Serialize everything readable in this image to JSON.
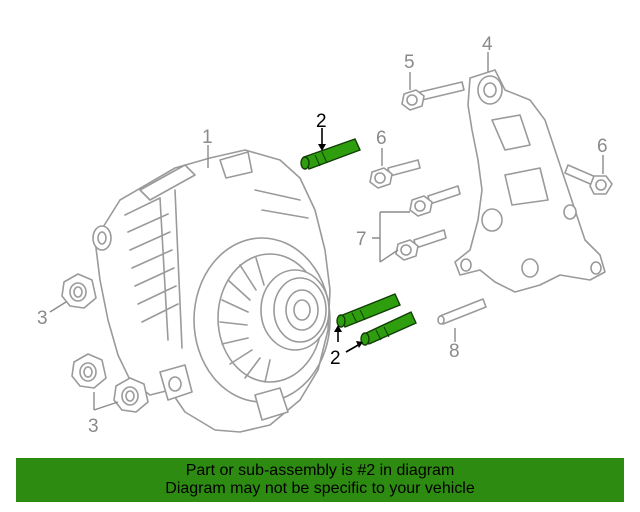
{
  "callouts": {
    "alternator": "1",
    "bolt_top": "2",
    "bolt_bottom": "2",
    "nut_left": "3",
    "nut_bottom": "3",
    "bracket": "4",
    "bolt_5": "5",
    "bolt_6_mid": "6",
    "bolt_6_right": "6",
    "bolts_7": "7",
    "stud_8": "8"
  },
  "banner": {
    "line1": "Part or sub-assembly is #2 in diagram",
    "line2": "Diagram may not be specific to your vehicle"
  },
  "colors": {
    "highlight": "#2e9e0f",
    "banner": "#2e8b12",
    "outline": "#9a9a9a"
  }
}
